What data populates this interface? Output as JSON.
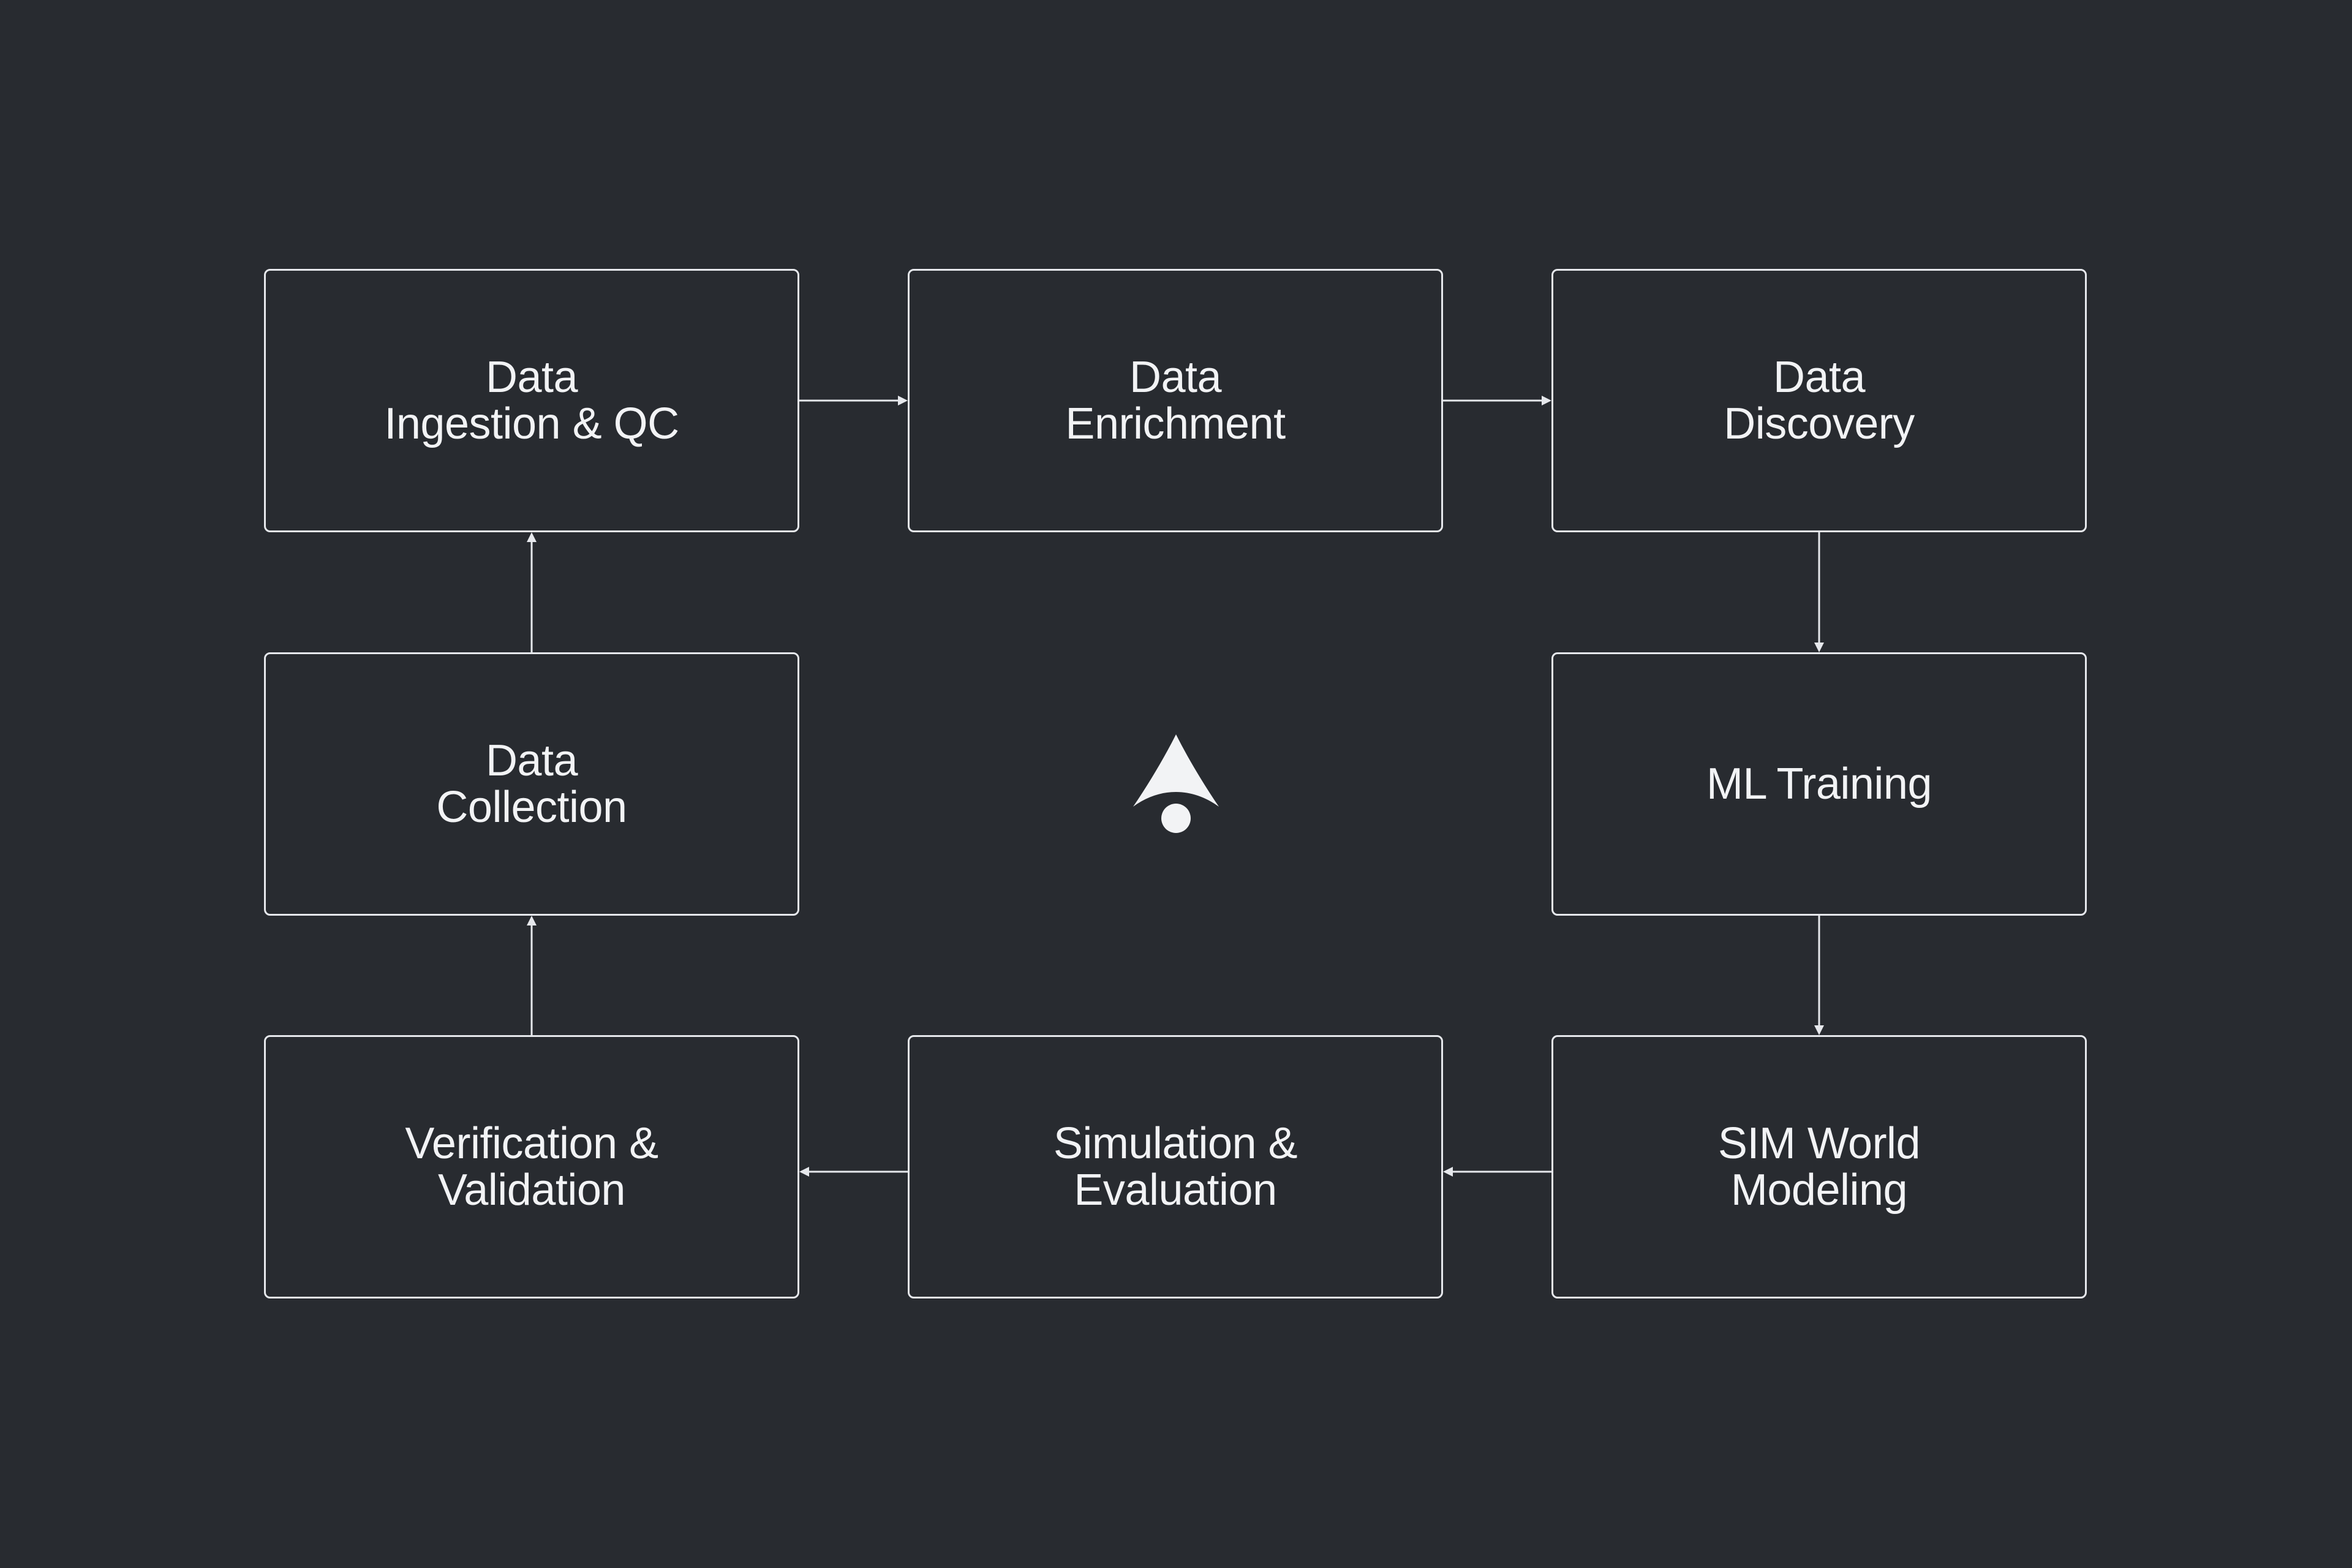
{
  "diagram": {
    "nodes": [
      {
        "id": "n1",
        "lines": [
          "Data",
          "Ingestion & QC"
        ]
      },
      {
        "id": "n2",
        "lines": [
          "Data",
          "Enrichment"
        ]
      },
      {
        "id": "n3",
        "lines": [
          "Data",
          "Discovery"
        ]
      },
      {
        "id": "n4",
        "lines": [
          "Data",
          "Collection"
        ]
      },
      {
        "id": "n5",
        "lines": [
          "ML Training"
        ]
      },
      {
        "id": "n6",
        "lines": [
          "Verification &",
          "Validation"
        ]
      },
      {
        "id": "n7",
        "lines": [
          "Simulation &",
          "Evaluation"
        ]
      },
      {
        "id": "n8",
        "lines": [
          "SIM World",
          "Modeling"
        ]
      }
    ],
    "edges": [
      {
        "from": "n1",
        "to": "n2"
      },
      {
        "from": "n2",
        "to": "n3"
      },
      {
        "from": "n3",
        "to": "n5"
      },
      {
        "from": "n5",
        "to": "n8"
      },
      {
        "from": "n8",
        "to": "n7"
      },
      {
        "from": "n7",
        "to": "n6"
      },
      {
        "from": "n6",
        "to": "n4"
      },
      {
        "from": "n4",
        "to": "n1"
      }
    ]
  },
  "colors": {
    "background": "#282b30",
    "stroke": "#e6e8ec",
    "text": "#f2f3f5"
  },
  "logo": {
    "icon": "arrowhead-logo-icon"
  }
}
